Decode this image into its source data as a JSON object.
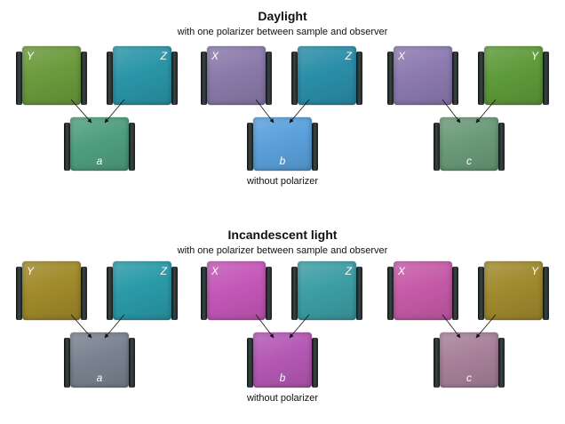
{
  "sections": [
    {
      "title": "Daylight",
      "subtitle": "with one polarizer between sample and observer",
      "caption": "without polarizer",
      "groups": [
        {
          "left": {
            "label": "Y",
            "color": "#6b9a3c"
          },
          "right": {
            "label": "Z",
            "color": "#2a95a8"
          },
          "result": {
            "label": "a",
            "color": "#4f9e80"
          }
        },
        {
          "left": {
            "label": "X",
            "color": "#8a7aaa"
          },
          "right": {
            "label": "Z",
            "color": "#2a8ea8"
          },
          "result": {
            "label": "b",
            "color": "#5aa0dc"
          }
        },
        {
          "left": {
            "label": "X",
            "color": "#8c7ab0"
          },
          "right": {
            "label": "Y",
            "color": "#5e9a3a"
          },
          "result": {
            "label": "c",
            "color": "#6a9a78"
          }
        }
      ]
    },
    {
      "title": "Incandescent light",
      "subtitle": "with one polarizer between sample and observer",
      "caption": "without polarizer",
      "groups": [
        {
          "left": {
            "label": "Y",
            "color": "#a08a2a"
          },
          "right": {
            "label": "Z",
            "color": "#2a9aa8"
          },
          "result": {
            "label": "a",
            "color": "#7a8290"
          }
        },
        {
          "left": {
            "label": "X",
            "color": "#c457b8"
          },
          "right": {
            "label": "Z",
            "color": "#3c9ea4"
          },
          "result": {
            "label": "b",
            "color": "#b458b4"
          }
        },
        {
          "left": {
            "label": "X",
            "color": "#c65aa8"
          },
          "right": {
            "label": "Y",
            "color": "#a08a2e"
          },
          "result": {
            "label": "c",
            "color": "#a7809a"
          }
        }
      ]
    }
  ]
}
